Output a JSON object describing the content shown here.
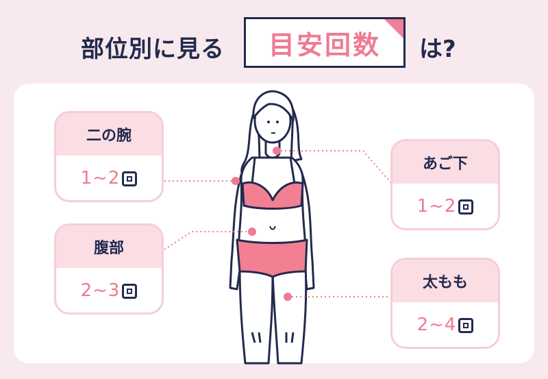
{
  "title": {
    "pre": "部位別に見る",
    "box": "目安回数",
    "post": "は?"
  },
  "cards": [
    {
      "id": "upper-arm",
      "label": "二の腕",
      "count": "1~2"
    },
    {
      "id": "belly",
      "label": "腹部",
      "count": "2~3"
    },
    {
      "id": "chin",
      "label": "あご下",
      "count": "1~2"
    },
    {
      "id": "thigh",
      "label": "太もも",
      "count": "2~4"
    }
  ],
  "count_icon": "kai-counter-icon",
  "colors": {
    "background": "#f7e9ed",
    "navy": "#222a4d",
    "pink": "#ee7b92",
    "card_head": "#fbdde4",
    "card_border": "#f6cdd6",
    "swimsuit": "#f27f92"
  }
}
